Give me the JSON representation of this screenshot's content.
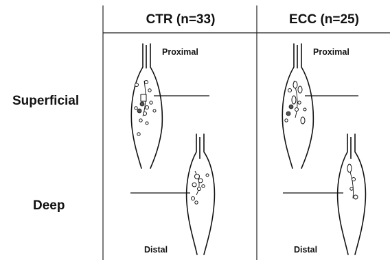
{
  "columns": [
    {
      "key": "ctr",
      "label": "CTR (n=33)"
    },
    {
      "key": "ecc",
      "label": "ECC (n=25)"
    }
  ],
  "rows": [
    {
      "key": "superficial",
      "label": "Superficial"
    },
    {
      "key": "deep",
      "label": "Deep"
    }
  ],
  "region_labels": {
    "proximal": "Proximal",
    "distal": "Distal"
  },
  "colors": {
    "ink": "#111111",
    "background": "#ffffff"
  }
}
